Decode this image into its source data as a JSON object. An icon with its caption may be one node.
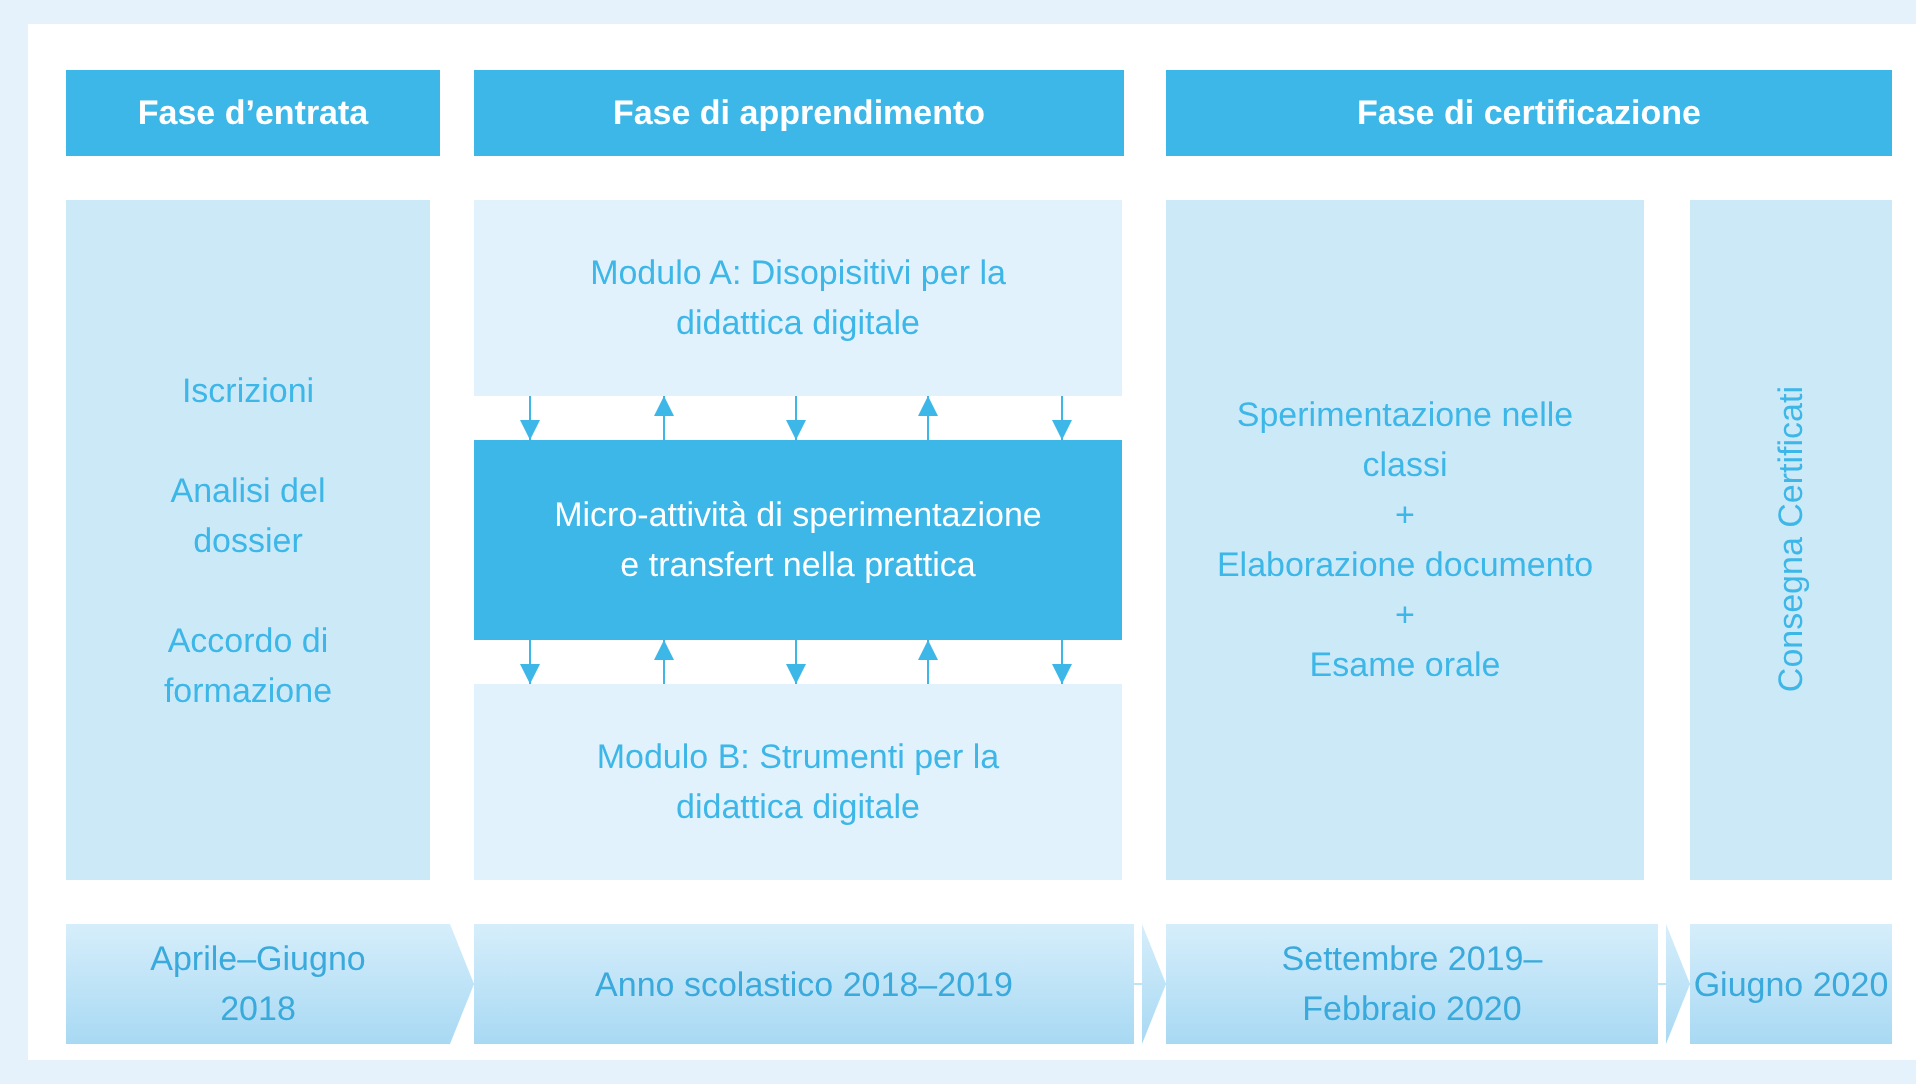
{
  "diagram": {
    "nodes": [
      {
        "text": [
          "Fase d’entrata"
        ]
      },
      {
        "text": [
          "Fase di apprendimento"
        ]
      },
      {
        "text": [
          "Fase di certificazione"
        ]
      },
      {
        "text": [
          "Iscrizioni",
          "Analisi del dossier",
          "Accordo di formazione"
        ]
      },
      {
        "text": [
          "Modulo A: Disopisitivi per la didattica digitale"
        ]
      },
      {
        "text": [
          "Micro-attività di sperimentazione e transfert nella prattica"
        ]
      },
      {
        "text": [
          "Modulo B: Strumenti per la didattica digitale"
        ]
      },
      {
        "text": [
          "Sperimentazione nelle classi",
          "+",
          "Elaborazione documento",
          "+",
          "Esame orale"
        ]
      },
      {
        "text": [
          "Consegna Certificati"
        ]
      },
      {
        "text": [
          "Aprile–Giugno 2018"
        ]
      },
      {
        "text": [
          "Anno scolastico 2018–2019"
        ]
      },
      {
        "text": [
          "Settembre 2019– Febbraio 2020"
        ]
      },
      {
        "text": [
          "Giugno 2020"
        ]
      }
    ],
    "edges": [
      {
        "from": 4,
        "to": 5,
        "arrow": "to"
      },
      {
        "from": 5,
        "to": 4,
        "arrow": "to"
      },
      {
        "from": 4,
        "to": 5,
        "arrow": "to"
      },
      {
        "from": 5,
        "to": 4,
        "arrow": "to"
      },
      {
        "from": 4,
        "to": 5,
        "arrow": "to"
      },
      {
        "from": 5,
        "to": 6,
        "arrow": "to"
      },
      {
        "from": 6,
        "to": 5,
        "arrow": "to"
      },
      {
        "from": 5,
        "to": 6,
        "arrow": "to"
      },
      {
        "from": 6,
        "to": 5,
        "arrow": "to"
      },
      {
        "from": 5,
        "to": 6,
        "arrow": "to"
      },
      {
        "from": 9,
        "to": 10,
        "arrow": "to",
        "color": "#bfe3f6"
      },
      {
        "from": 10,
        "to": 11,
        "arrow": "to",
        "color": "#bfe3f6"
      },
      {
        "from": 11,
        "to": 12,
        "arrow": "to",
        "color": "#bfe3f6"
      }
    ]
  }
}
